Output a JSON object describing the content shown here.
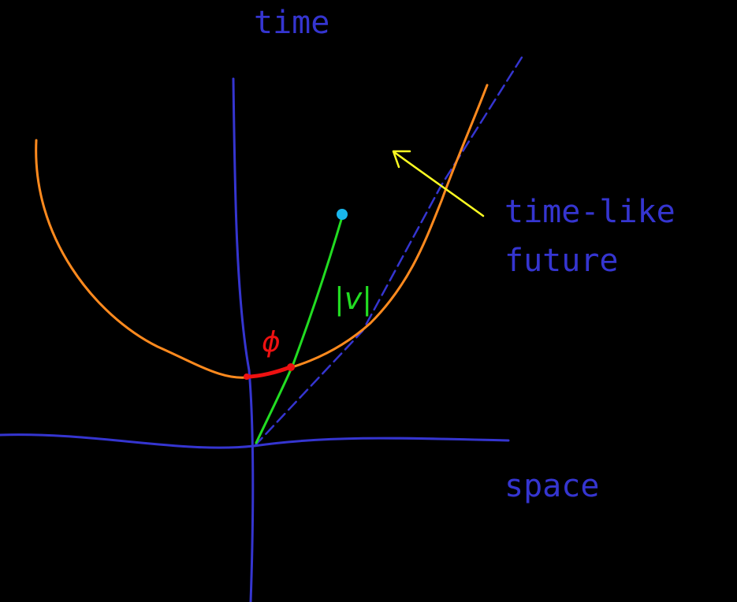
{
  "labels": {
    "time_axis": "time",
    "space_axis": "space",
    "region_line1": "time-like",
    "region_line2": "future",
    "angle_symbol": "ϕ",
    "vector_magnitude": "|v|"
  },
  "colors": {
    "background": "#000000",
    "axes": "#3535d0",
    "light_cone": "#3535d0",
    "hyperbola": "#ff8a1e",
    "vector": "#22dd22",
    "vector_tip": "#19b6ec",
    "angle_arc": "#ee1111",
    "pointer_arrow": "#ffff22"
  }
}
